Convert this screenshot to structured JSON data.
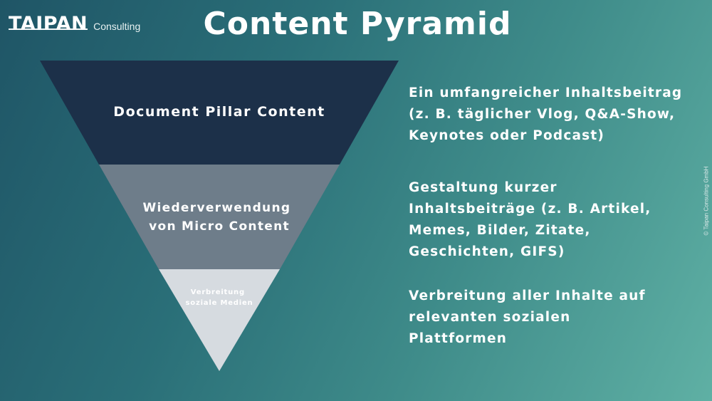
{
  "logo": {
    "brand": "TAIPAN",
    "sub": "Consulting"
  },
  "title": "Content Pyramid",
  "pyramid": {
    "levels": [
      {
        "label_lines": [
          "Document Pillar Content"
        ],
        "color": "#1c3049"
      },
      {
        "label_lines": [
          "Wiederverwendung",
          "von Micro Content"
        ],
        "color": "#6e7d8a"
      },
      {
        "label_lines": [
          "Verbreitung",
          "soziale Medien"
        ],
        "color": "#d6dbe0"
      }
    ]
  },
  "descriptions": [
    "Ein umfangreicher Inhaltsbeitrag\n(z. B. täglicher Vlog, Q&A-Show,\nKeynotes oder Podcast)",
    "Gestaltung kurzer\nInhaltsbeiträge (z. B. Artikel,\nMemes, Bilder, Zitate,\nGeschichten, GIFS)",
    "Verbreitung aller Inhalte auf\nrelevanten sozialen\nPlattformen"
  ],
  "copyright": "© Taipan Consulting GmbH"
}
